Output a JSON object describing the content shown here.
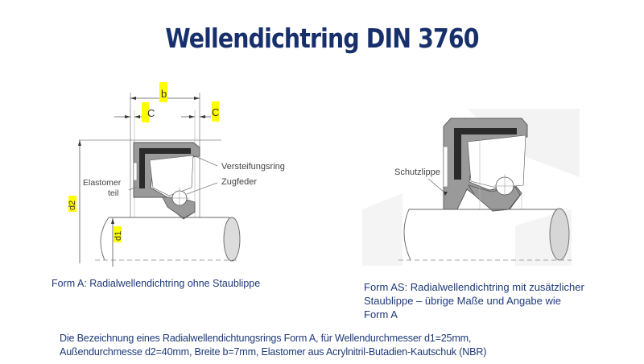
{
  "title": "Wellendichtring DIN 3760",
  "colors": {
    "title": "#17306b",
    "caption_text": "#1f3a7a",
    "highlight": "#ffff00",
    "elastomer_fill": "#9a9a9a",
    "stiffening_ring_fill": "#2a2a2a",
    "line": "#555555"
  },
  "figure_a": {
    "dimension_labels": {
      "b": "b",
      "c_left": "C",
      "c_right": "C",
      "d2": "d2",
      "d1": "d1"
    },
    "part_labels": {
      "stiffening_ring": "Versteifungsring",
      "spring": "Zugfeder",
      "elastomer_line1": "Elastomer",
      "elastomer_line2": "teil"
    },
    "caption": "Form A: Radialwellendichtring ohne Staublippe"
  },
  "figure_as": {
    "part_labels": {
      "protective_lip": "Schutzlippe"
    },
    "caption_lines": [
      "Form AS: Radialwellendichtring mit zusätzlicher",
      "Staublippe – übrige Maße und Angabe wie",
      "Form A"
    ]
  },
  "description_lines": [
    "Die Bezeichnung eines Radialwellendichtungsrings Form A, für Wellendurchmesser d1=25mm,",
    "Außendurchmesse d2=40mm, Breite b=7mm, Elastomer aus Acrylnitril-Butadien-Kautschuk (NBR)"
  ]
}
